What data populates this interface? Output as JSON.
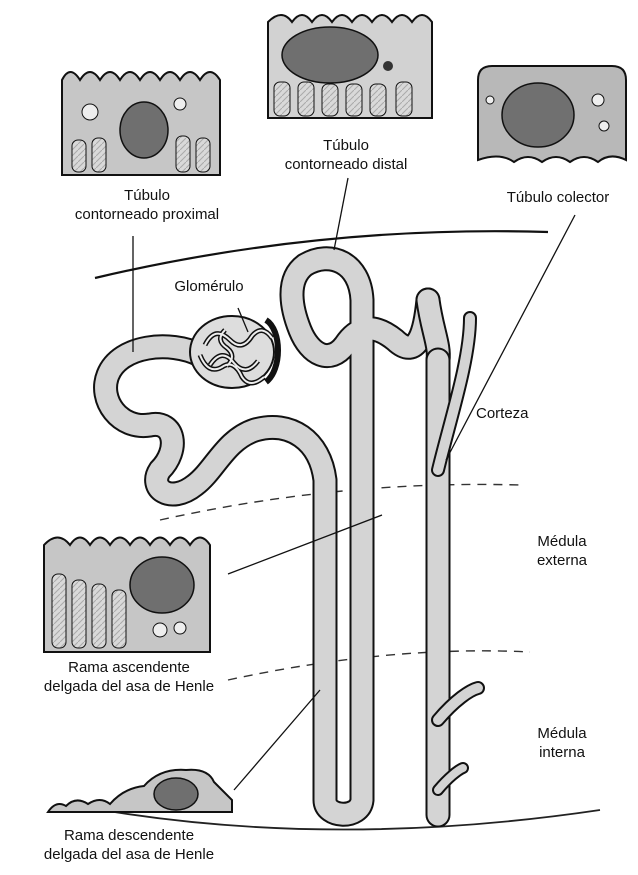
{
  "labels": {
    "tcp": [
      "Túbulo",
      "contorneado proximal"
    ],
    "tcd": [
      "Túbulo",
      "contorneado distal"
    ],
    "collector": "Túbulo colector",
    "glomerulo": "Glomérulo",
    "corteza": "Corteza",
    "medula_externa": [
      "Médula",
      "externa"
    ],
    "medula_interna": [
      "Médula",
      "interna"
    ],
    "asc": [
      "Rama ascendente",
      "delgada del asa de Henle"
    ],
    "desc": [
      "Rama descendente",
      "delgada del asa de Henle"
    ]
  },
  "colors": {
    "tubule_fill": "#cfcfcf",
    "nucleus": "#6f6f6f",
    "cell_fill": "#bcbcbc",
    "line": "#111111"
  }
}
